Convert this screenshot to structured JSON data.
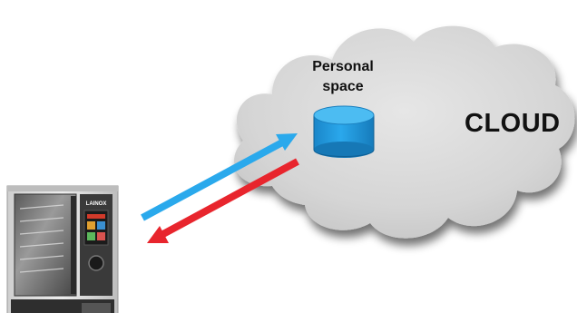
{
  "cloud": {
    "label": "CLOUD",
    "fill_color": "#d6d6d6",
    "shadow_color": "#8e8e8e"
  },
  "storage": {
    "label_line1": "Personal",
    "label_line2": "space",
    "icon": "database-cylinder-icon",
    "color": "#1e9be3"
  },
  "arrows": {
    "upload_color": "#2aa9ec",
    "download_color": "#e8252d"
  },
  "device": {
    "icon": "combi-oven-appliance",
    "brand_text": "LAINOX"
  }
}
